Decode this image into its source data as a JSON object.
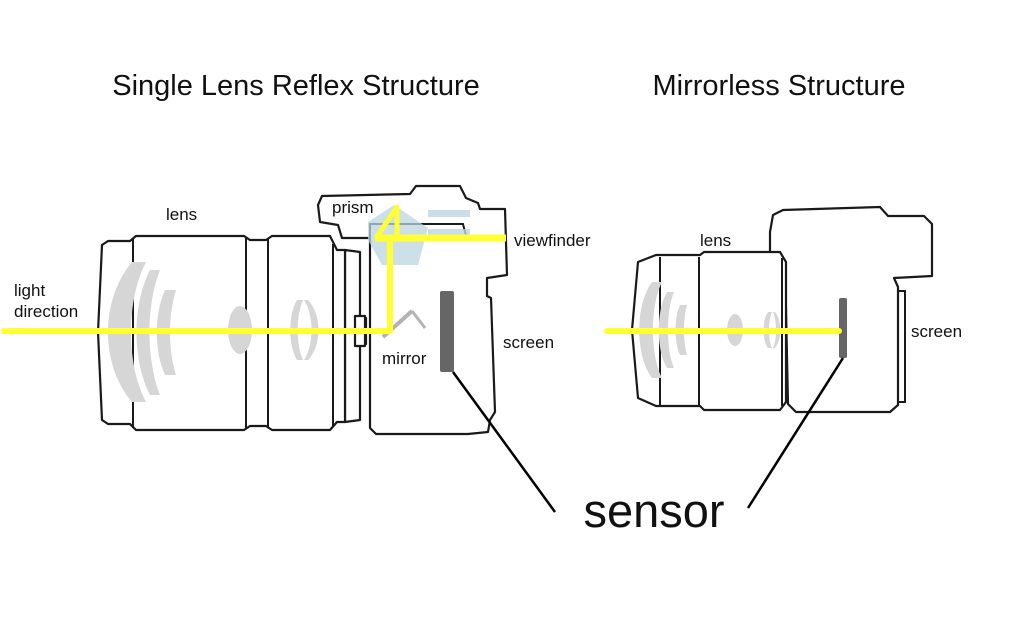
{
  "titles": {
    "slr": "Single Lens Reflex Structure",
    "mirrorless": "Mirrorless Structure"
  },
  "slr_labels": {
    "lens": "lens",
    "prism": "prism",
    "viewfinder": "viewfinder",
    "light_direction_line1": "light",
    "light_direction_line2": "direction",
    "mirror": "mirror",
    "screen": "screen"
  },
  "mirrorless_labels": {
    "lens": "lens",
    "screen": "screen"
  },
  "sensor_label": "sensor",
  "colors": {
    "light_path": "#ffff33",
    "outline": "#1a1a1a",
    "lens_element": "#d6d6d6",
    "sensor": "#666666",
    "prism": "#bcd6e0"
  }
}
